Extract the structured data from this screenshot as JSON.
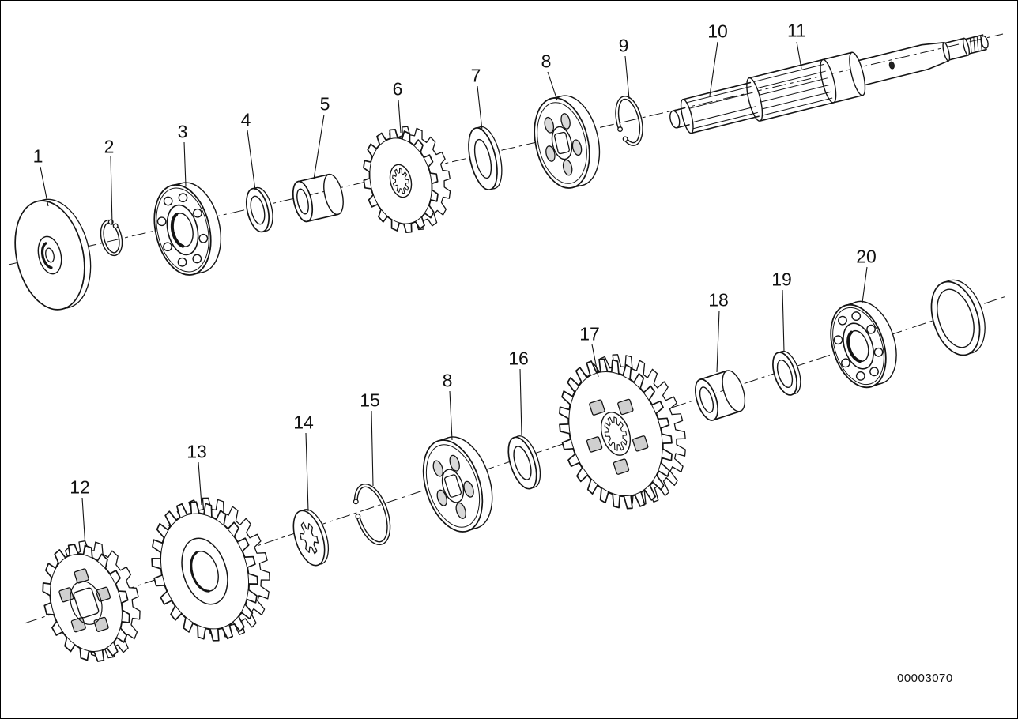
{
  "colors": {
    "ink": "#141414",
    "background": "#ffffff"
  },
  "drawing_number": "00003070",
  "callouts": [
    {
      "part": "1"
    },
    {
      "part": "2"
    },
    {
      "part": "3"
    },
    {
      "part": "4"
    },
    {
      "part": "5"
    },
    {
      "part": "6"
    },
    {
      "part": "7"
    },
    {
      "part": "8"
    },
    {
      "part": "9"
    },
    {
      "part": "10"
    },
    {
      "part": "11"
    },
    {
      "part": "12"
    },
    {
      "part": "13"
    },
    {
      "part": "14"
    },
    {
      "part": "15"
    },
    {
      "part": "8"
    },
    {
      "part": "16"
    },
    {
      "part": "17"
    },
    {
      "part": "18"
    },
    {
      "part": "19"
    },
    {
      "part": "20"
    }
  ]
}
